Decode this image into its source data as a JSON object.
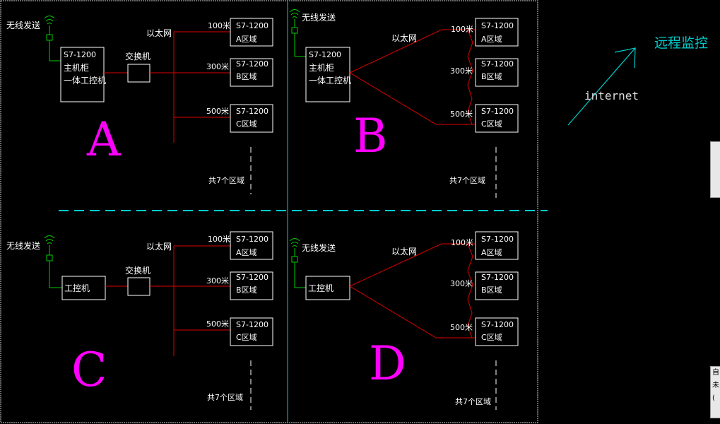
{
  "labels": {
    "wireless": "无线发送",
    "ethernet": "以太网",
    "switch": "交换机",
    "plc": "S7-1200",
    "zone_a": "A区域",
    "zone_b": "B区域",
    "zone_c": "C区域",
    "dist_100": "100米",
    "dist_300": "300米",
    "dist_500": "500米",
    "total_zones": "共7个区域",
    "host_line1": "S7-1200",
    "host_line2": "主机柜",
    "host_line3": "一体工控机",
    "ipc": "工控机"
  },
  "quadrants": {
    "a": "A",
    "b": "B",
    "c": "C",
    "d": "D"
  },
  "remote": {
    "title": "远程监控",
    "internet": "internet"
  },
  "side_panel": {
    "bottom_items": [
      "自",
      "未",
      "("
    ]
  },
  "colors": {
    "link_red": "#dd0000",
    "wireless_green": "#00cc00",
    "divider_cyan": "#00cccc",
    "letter_magenta": "#ff00ff",
    "border_gray": "#d0d0d0"
  }
}
